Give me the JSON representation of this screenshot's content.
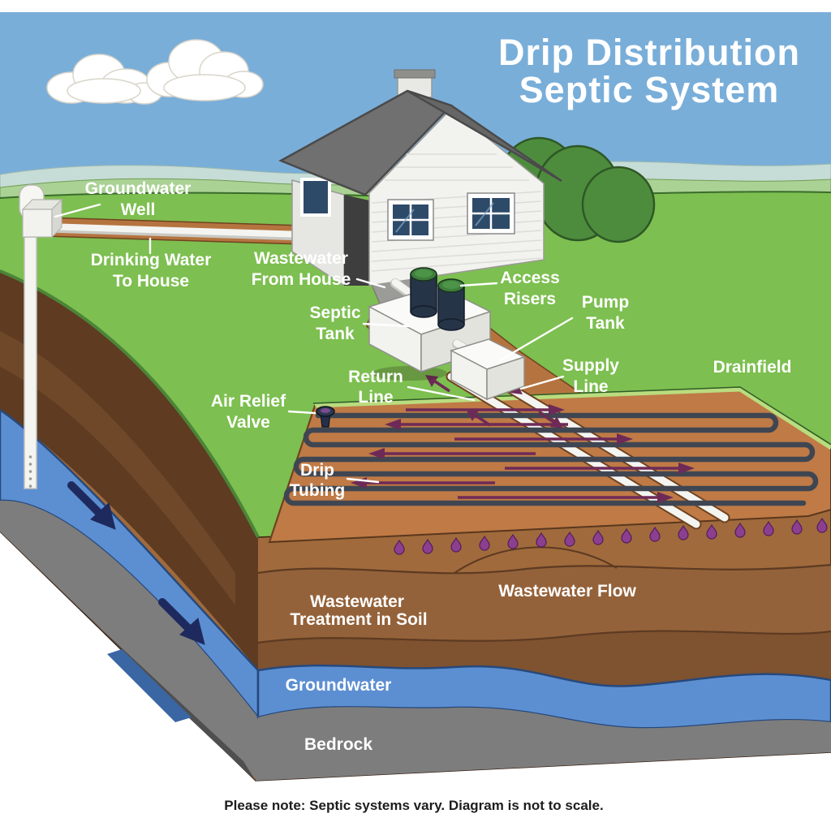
{
  "title": {
    "line1": "Drip Distribution",
    "line2": "Septic System"
  },
  "labels": {
    "groundwater_well": {
      "line1": "Groundwater",
      "line2": "Well"
    },
    "drinking_water": {
      "line1": "Drinking Water",
      "line2": "To House"
    },
    "wastewater_from_house": {
      "line1": "Wastewater",
      "line2": "From House"
    },
    "septic_tank": {
      "line1": "Septic",
      "line2": "Tank"
    },
    "access_risers": {
      "line1": "Access",
      "line2": "Risers"
    },
    "pump_tank": {
      "line1": "Pump",
      "line2": "Tank"
    },
    "supply_line": {
      "line1": "Supply",
      "line2": "Line"
    },
    "return_line": {
      "line1": "Return",
      "line2": "Line"
    },
    "drainfield": "Drainfield",
    "air_relief_valve": {
      "line1": "Air Relief",
      "line2": "Valve"
    },
    "drip_tubing": {
      "line1": "Drip",
      "line2": "Tubing"
    },
    "wastewater_treatment": {
      "line1": "Wastewater",
      "line2": "Treatment in Soil"
    },
    "wastewater_flow": "Wastewater Flow",
    "groundwater": "Groundwater",
    "bedrock": "Bedrock"
  },
  "footer": {
    "note": "Please note: Septic systems vary. Diagram is not to scale."
  },
  "colors": {
    "sky": "#79aed9",
    "hill_far": "#c6dcd6",
    "hill_near": "#abd295",
    "grass": "#7dbf50",
    "grass_edge": "#3a6b2e",
    "bush": "#4e8c3d",
    "drainfield_soil": "#bf7a46",
    "trench_soil": "#b5743f",
    "soil_face": "#a06a3c",
    "soil_band_mid": "#94623a",
    "soil_band_low": "#7f5230",
    "soil_dark_left": "#5e3b21",
    "groundwater_blue": "#5c8fd2",
    "bedrock_gray": "#7d7d7d",
    "bevel_gray": "#4f4f4f",
    "bevel_blue": "#3a66a4",
    "tubing_dark": "#3f4652",
    "arrow_purple": "#6e2a57",
    "droplet_purple": "#8d3f8f",
    "flow_arrow_navy": "#1e2a5e",
    "roof_gray": "#6b6b6b",
    "house_white": "#f2f2ef",
    "window_blue": "#2e4a69",
    "riser_navy": "#263447",
    "riser_cap_green": "#3e7d3c",
    "pipe_white": "#f4f4f1",
    "label_white": "#ffffff"
  }
}
